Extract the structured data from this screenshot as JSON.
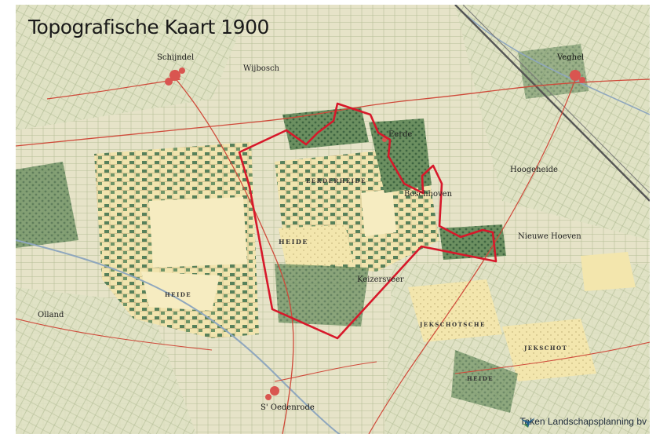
{
  "title": "Topografische Kaart 1900",
  "credit": "Taken Landschapsplanning bv",
  "place_labels": {
    "schijndel": "Schijndel",
    "veghel": "Veghel",
    "wijbosch": "Wijbosch",
    "olland": "Olland",
    "st_oedenrode": "S' Oedenrode",
    "eerde": "Eerde",
    "keizersveer": "Keizersveer",
    "hoogeheide": "Hoogeheide",
    "nieuwe_hoeven": "Nieuwe Hoeven",
    "eerderheide": "EERDERHEIDE",
    "boschhoven": "Boschhoven",
    "heide": "HEIDE",
    "jekschotsche": "JEKSCHOTSCHE",
    "jekschot": "JEKSCHOT",
    "heide_south": "HEIDE",
    "heide_west": "HEIDE"
  },
  "colors": {
    "boundary": "#d7182a",
    "heath": "#f3e6ad",
    "woodland": "#4f7b4f",
    "meadow": "#c4d1a4",
    "town": "#d95550",
    "road": "#cf4a3a",
    "water": "#8fa7be"
  },
  "logo_icon": "landscape-bird-icon"
}
